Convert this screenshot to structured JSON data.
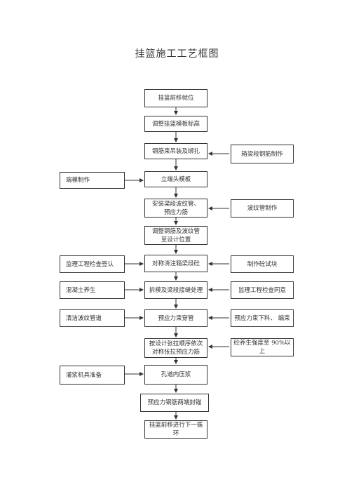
{
  "title": "挂篮施工工艺框图",
  "main_steps": [
    "挂篮前移就位",
    "调整挂篮模板标高",
    "钢筋束吊装及绑扎",
    "立端头模板",
    "安装梁段波纹管、\n预应力筋",
    "调整钢筋及波纹管\n至设计位置",
    "对称浇注箱梁段砼",
    "拆模及梁段接缝处理",
    "预应力束穿管",
    "按设计张拉顺序依次\n对称张拉预应力筋",
    "孔道内压浆",
    "预应力钢筋两端封锚",
    "挂篮前移进行下一循环"
  ],
  "left_steps": [
    "端模制作",
    "监理工程检查签认",
    "混凝土养生",
    "清洁波纹管道",
    "灌浆机具准备"
  ],
  "right_steps": [
    "箱梁段钢筋制作",
    "波纹管制作",
    "制作砼试块",
    "监理工程检查同意",
    "预应力束下料、  编束",
    "砼养生强度至  90%以上"
  ]
}
